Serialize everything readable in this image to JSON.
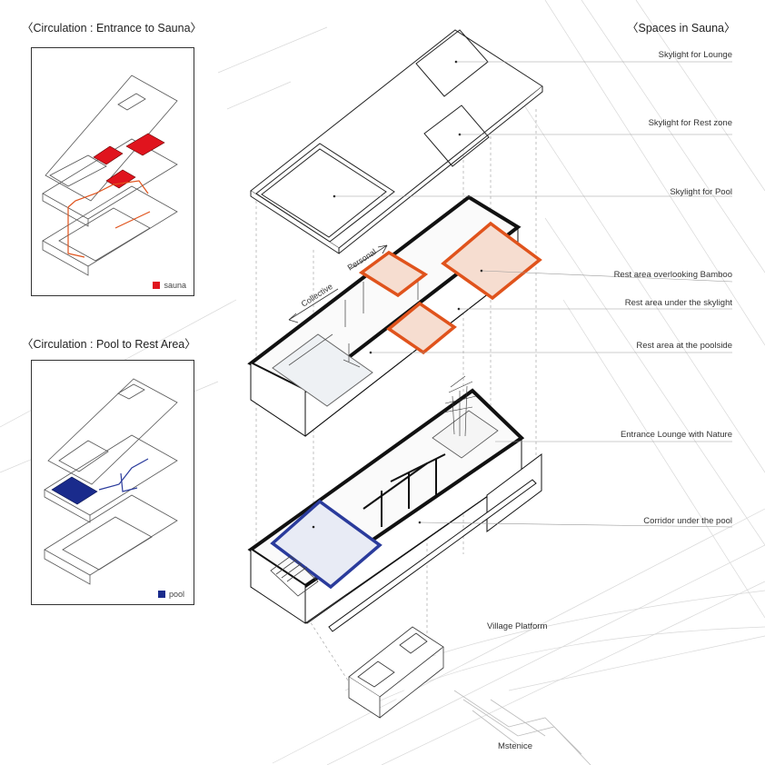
{
  "headings": {
    "circulation_entrance": "〈Circulation : Entrance to Sauna〉",
    "circulation_pool": "〈Circulation : Pool to Rest Area〉",
    "spaces": "〈Spaces in Sauna〉"
  },
  "legend": {
    "sauna": {
      "label": "sauna",
      "color": "#e0141e"
    },
    "pool": {
      "label": "pool",
      "color": "#1a2b8c"
    }
  },
  "labels": {
    "skylight_lounge": "Skylight for Lounge",
    "skylight_rest": "Skylight for Rest zone",
    "skylight_pool": "Skylight for Pool",
    "rest_bamboo": "Rest area overlooking Bamboo",
    "rest_skylight": "Rest area under the skylight",
    "rest_poolside": "Rest area at the poolside",
    "entrance_lounge": "Entrance Lounge with Nature",
    "corridor": "Corridor under the pool",
    "village_platform": "Village Platform",
    "mstenice": "Mstenice"
  },
  "arrows": {
    "personal": "Personal",
    "collective": "Collective"
  },
  "colors": {
    "orange": "#e0531c",
    "blue": "#2a3b9c",
    "line": "#333333",
    "leader": "#9a9a9a"
  }
}
